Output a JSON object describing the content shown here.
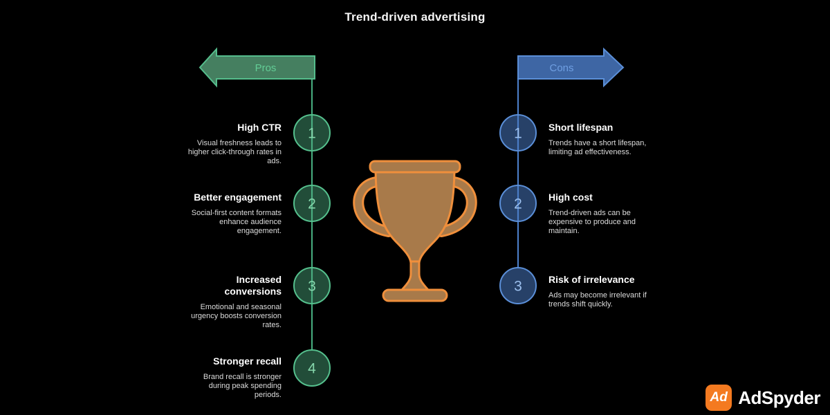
{
  "title": "Trend-driven advertising",
  "colors": {
    "background": "#000000",
    "pros_accent": "#55bd8c",
    "pros_fill": "#4b8a68",
    "pros_label_text": "#63cd96",
    "cons_accent": "#5b8fd8",
    "cons_fill": "#436fb2",
    "cons_label_text": "#6f9fe2",
    "trophy_fill": "#a87a4a",
    "trophy_stroke": "#ef8f3c",
    "logo_orange": "#f47a20",
    "heading_text": "#ffffff",
    "body_text": "#dcdcdc"
  },
  "pros": {
    "label": "Pros",
    "items": [
      {
        "number": "1",
        "title": "High CTR",
        "description": "Visual freshness leads to higher click-through rates in ads."
      },
      {
        "number": "2",
        "title": "Better engagement",
        "description": "Social-first content formats enhance audience engagement."
      },
      {
        "number": "3",
        "title": "Increased conversions",
        "description": "Emotional and seasonal urgency boosts conversion rates."
      },
      {
        "number": "4",
        "title": "Stronger recall",
        "description": "Brand recall is stronger during peak spending periods."
      }
    ]
  },
  "cons": {
    "label": "Cons",
    "items": [
      {
        "number": "1",
        "title": "Short lifespan",
        "description": "Trends have a short lifespan, limiting ad effectiveness."
      },
      {
        "number": "2",
        "title": "High cost",
        "description": "Trend-driven ads can be expensive to produce and maintain."
      },
      {
        "number": "3",
        "title": "Risk of irrelevance",
        "description": "Ads may become irrelevant if trends shift quickly."
      }
    ]
  },
  "icons": {
    "center": "trophy-icon",
    "pros_arrow": "left-arrow-icon",
    "cons_arrow": "right-arrow-icon"
  },
  "branding": {
    "logo_monogram": "Ad",
    "logo_text": "AdSpyder"
  }
}
